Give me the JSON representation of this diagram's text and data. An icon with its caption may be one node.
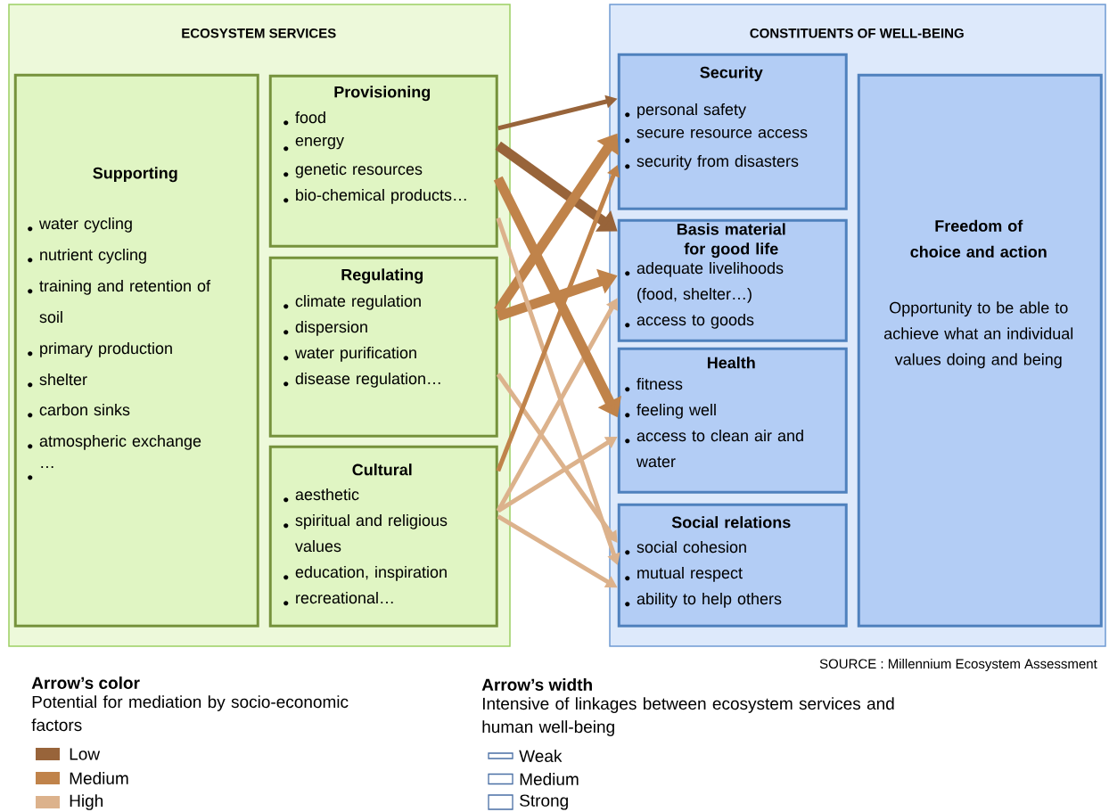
{
  "diagram": {
    "nodes": [
      {
        "text": [
          "ECOSYSTEM SERVICES"
        ]
      },
      {
        "text": [
          "Supporting",
          "water cycling",
          "nutrient cycling",
          "training and retention of soil",
          "primary production",
          "shelter",
          "carbon sinks",
          "atmospheric exchange",
          "…"
        ],
        "in": 0
      },
      {
        "text": [
          "Provisioning",
          "food",
          "energy",
          "genetic resources",
          "bio-chemical products…"
        ],
        "in": 0
      },
      {
        "text": [
          "Regulating",
          "climate regulation",
          "dispersion",
          "water purification",
          "disease regulation…"
        ],
        "in": 0
      },
      {
        "text": [
          "Cultural",
          "aesthetic",
          "spiritual and religious values",
          "education, inspiration",
          "recreational…"
        ],
        "in": 0
      },
      {
        "text": [
          "CONSTITUENTS  OF WELL-BEING"
        ]
      },
      {
        "text": [
          "Security",
          "personal safety",
          "secure resource access",
          "security from disasters"
        ],
        "in": 5
      },
      {
        "text": [
          "Basis material for good life",
          "adequate livelihoods (food, shelter…)",
          "access to goods"
        ],
        "in": 5
      },
      {
        "text": [
          "Health",
          "fitness",
          "feeling well",
          "access to clean air and water"
        ],
        "in": 5
      },
      {
        "text": [
          "Social relations",
          "social cohesion",
          "mutual respect",
          "ability to help others"
        ],
        "in": 5
      },
      {
        "text": [
          "Freedom of choice and action",
          "Opportunity to be able to achieve what an individual values doing and being"
        ],
        "in": 5
      }
    ],
    "edges": [
      {
        "from": 2,
        "to": 6,
        "arrow": "to",
        "color": "#98643a"
      },
      {
        "from": 2,
        "to": 7,
        "arrow": "to",
        "style": "thick",
        "color": "#98643a"
      },
      {
        "from": 3,
        "to": 6,
        "arrow": "to",
        "style": "thick",
        "color": "#c0834a"
      },
      {
        "from": 3,
        "to": 7,
        "arrow": "to",
        "style": "thick",
        "color": "#c0834a"
      },
      {
        "from": 2,
        "to": 9,
        "arrow": "to",
        "color": "#dcb28c"
      },
      {
        "from": 3,
        "to": 9,
        "arrow": "to",
        "color": "#dcb28c"
      },
      {
        "from": 4,
        "to": 7,
        "arrow": "to",
        "color": "#dcb28c"
      },
      {
        "from": 4,
        "to": 8,
        "arrow": "to",
        "color": "#dcb28c"
      },
      {
        "from": 4,
        "to": 9,
        "arrow": "to",
        "color": "#dcb28c"
      },
      {
        "from": 2,
        "to": 8,
        "arrow": "to",
        "style": "thick",
        "color": "#c0834a"
      },
      {
        "from": 4,
        "to": 6,
        "arrow": "to",
        "color": "#c0834a"
      }
    ],
    "labels": [
      "SOURCE : Millennium Ecosystem Assessment",
      "Arrow’s color",
      "Potential for mediation by socio-economic factors",
      "Arrow’s width",
      "Intensive of linkages between ecosystem services and human well-being"
    ],
    "legend": [
      {
        "text": "Low",
        "color": "#98643a"
      },
      {
        "text": "Medium",
        "color": "#c0834a"
      },
      {
        "text": "High",
        "color": "#dcb28c"
      },
      {
        "text": "Weak"
      },
      {
        "text": "Medium"
      },
      {
        "text": "Strong"
      }
    ]
  }
}
